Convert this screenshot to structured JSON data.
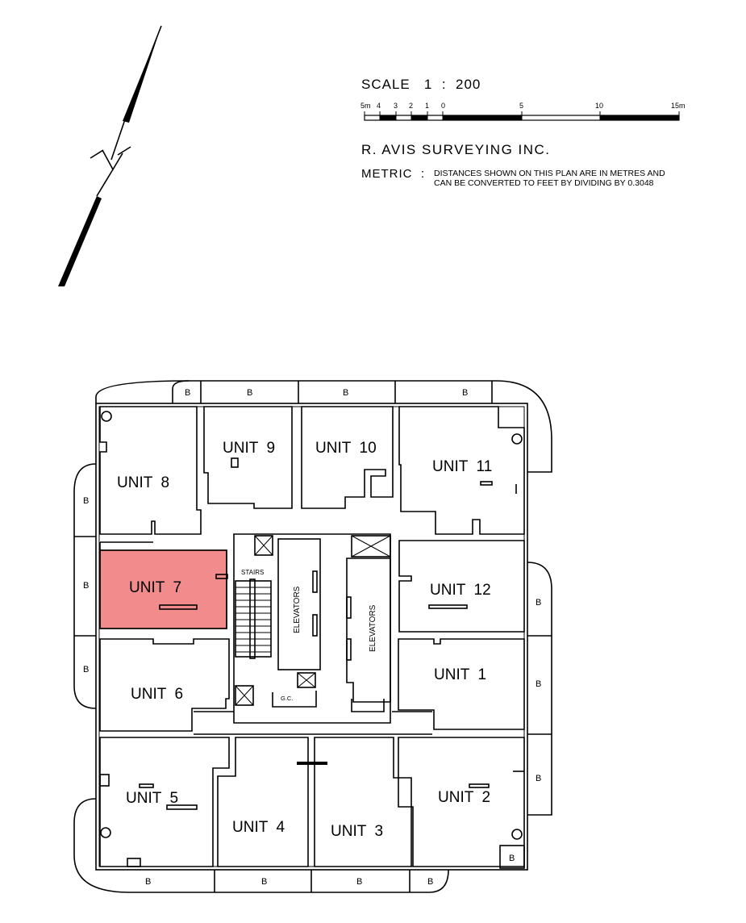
{
  "legend": {
    "scale_label": "SCALE   1  :  200",
    "scale_ticks": [
      "5m",
      "4",
      "3",
      "2",
      "1",
      "0",
      "5",
      "10",
      "15m"
    ],
    "company": "R. AVIS SURVEYING INC.",
    "metric_label": "METRIC  :",
    "metric_note_line1": "DISTANCES SHOWN ON THIS PLAN ARE IN METRES AND",
    "metric_note_line2": "CAN BE CONVERTED TO FEET BY DIVIDING BY 0.3048"
  },
  "units": {
    "u1": "UNIT  1",
    "u2": "UNIT  2",
    "u3": "UNIT  3",
    "u4": "UNIT  4",
    "u5": "UNIT  5",
    "u6": "UNIT  6",
    "u7": "UNIT  7",
    "u8": "UNIT  8",
    "u9": "UNIT  9",
    "u10": "UNIT  10",
    "u11": "UNIT  11",
    "u12": "UNIT  12"
  },
  "core": {
    "stairs": "STAIRS",
    "elevators": "ELEVATORS",
    "gc": "G.C."
  },
  "balcony": "B",
  "highlight": {
    "unit": "UNIT  7",
    "color": "#f28b8b"
  }
}
